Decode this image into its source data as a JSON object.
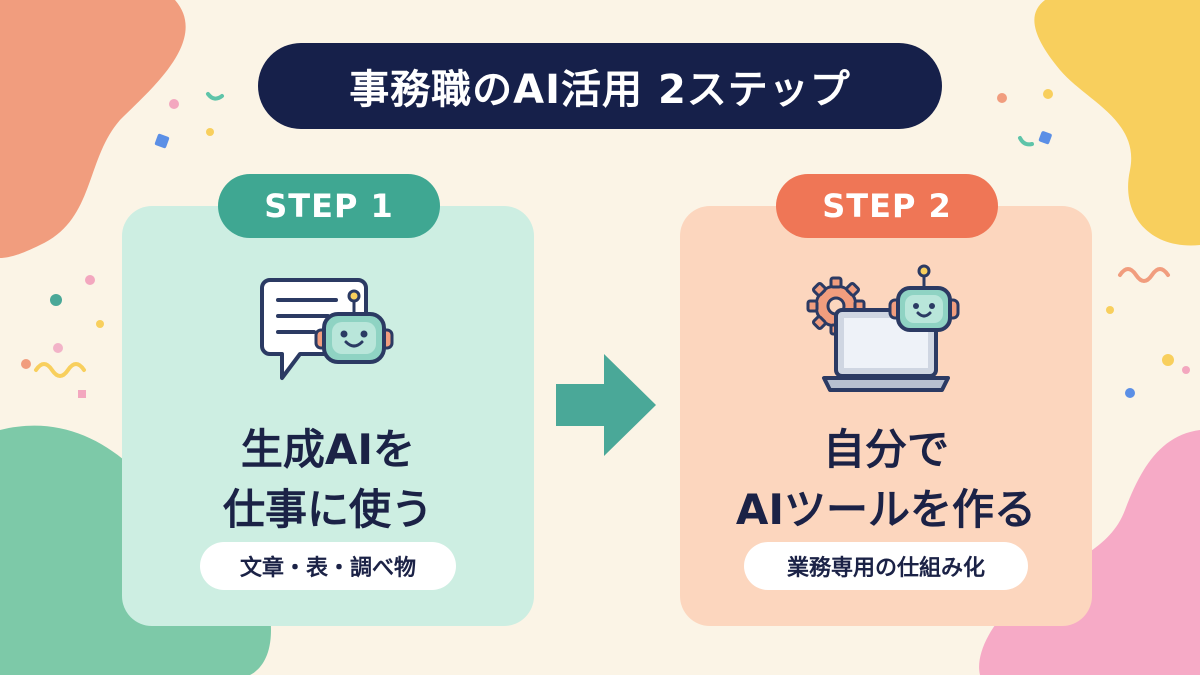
{
  "title": "事務職のAI活用 2ステップ",
  "steps": [
    {
      "label": "STEP 1",
      "title_line1": "生成AIを",
      "title_line2": "仕事に使う",
      "subtitle": "文章・表・調べ物",
      "icon": "chat-robot-icon",
      "accent": "#3fa792",
      "card_color": "#cdeee2"
    },
    {
      "label": "STEP 2",
      "title_line1": "自分で",
      "title_line2": "AIツールを作る",
      "subtitle": "業務専用の仕組み化",
      "icon": "laptop-robot-gear-icon",
      "accent": "#ef7656",
      "card_color": "#fcd6be"
    }
  ],
  "colors": {
    "background": "#fbf4e6",
    "title_bg": "#16204a",
    "arrow": "#4aa898"
  }
}
